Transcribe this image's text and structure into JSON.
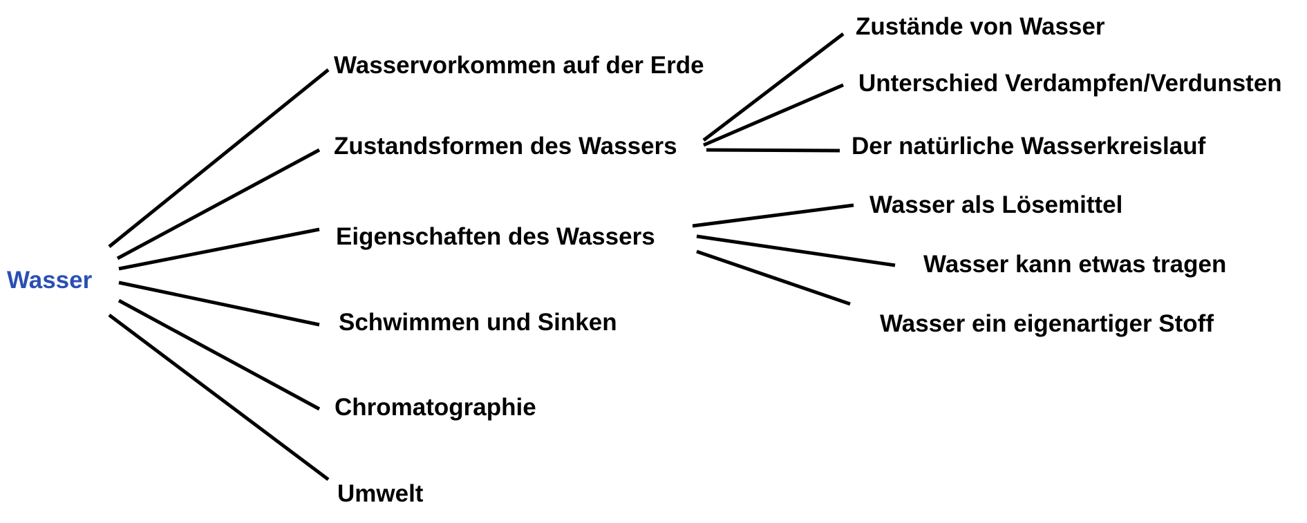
{
  "colors": {
    "root": "#2a4fb3",
    "text": "#000000",
    "lines": "#000000",
    "background": "#ffffff"
  },
  "root": {
    "label": "Wasser"
  },
  "branches": [
    {
      "label": "Wasservorkommen auf der Erde",
      "children": []
    },
    {
      "label": "Zustandsformen des Wassers",
      "children": [
        {
          "label": "Zustände von Wasser"
        },
        {
          "label": "Unterschied Verdampfen/Verdunsten"
        },
        {
          "label": "Der natürliche Wasserkreislauf"
        }
      ]
    },
    {
      "label": "Eigenschaften des Wassers",
      "children": [
        {
          "label": "Wasser als Lösemittel"
        },
        {
          "label": "Wasser kann etwas tragen"
        },
        {
          "label": "Wasser ein eigenartiger Stoff"
        }
      ]
    },
    {
      "label": "Schwimmen und Sinken",
      "children": []
    },
    {
      "label": "Chromatographie",
      "children": []
    },
    {
      "label": "Umwelt",
      "children": []
    }
  ]
}
